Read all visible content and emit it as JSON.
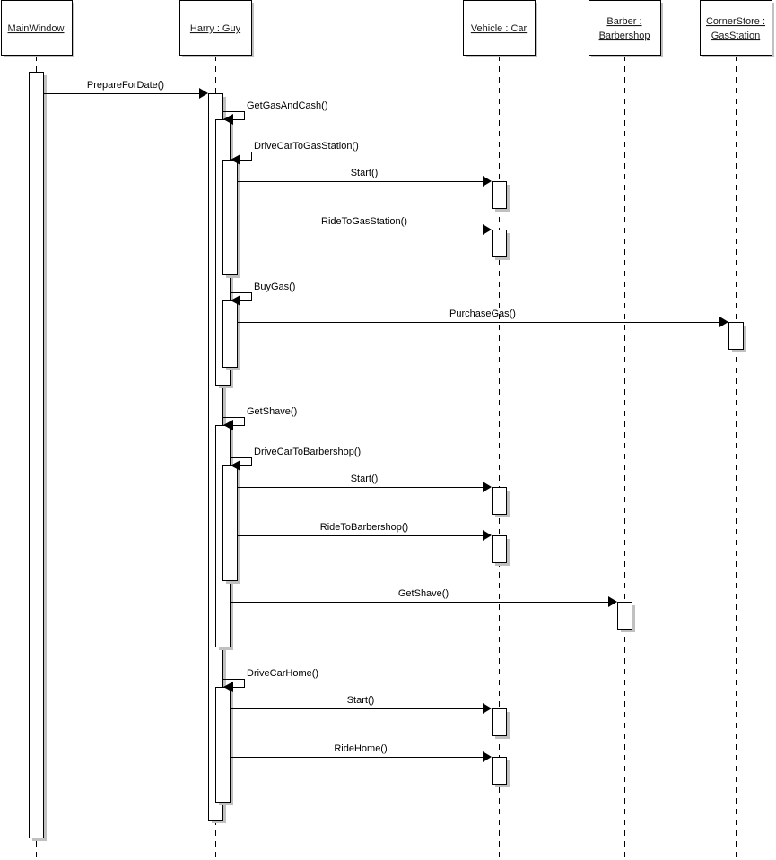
{
  "diagram": {
    "type": "UML sequence diagram",
    "lifelines": [
      {
        "id": "main",
        "label_lines": [
          "MainWindow"
        ]
      },
      {
        "id": "harry",
        "label_lines": [
          "Harry : Guy"
        ]
      },
      {
        "id": "vehicle",
        "label_lines": [
          "Vehicle : Car"
        ]
      },
      {
        "id": "barber",
        "label_lines": [
          "Barber :",
          "Barbershop"
        ]
      },
      {
        "id": "corner",
        "label_lines": [
          "CornerStore :",
          "GasStation"
        ]
      }
    ],
    "messages": [
      {
        "from": "main",
        "to": "harry",
        "label": "PrepareForDate()"
      },
      {
        "from": "harry",
        "to": "harry",
        "label": "GetGasAndCash()",
        "self": true
      },
      {
        "from": "harry",
        "to": "harry",
        "label": "DriveCarToGasStation()",
        "self": true
      },
      {
        "from": "harry",
        "to": "vehicle",
        "label": "Start()"
      },
      {
        "from": "harry",
        "to": "vehicle",
        "label": "RideToGasStation()"
      },
      {
        "from": "harry",
        "to": "harry",
        "label": "BuyGas()",
        "self": true
      },
      {
        "from": "harry",
        "to": "corner",
        "label": "PurchaseGas()"
      },
      {
        "from": "harry",
        "to": "harry",
        "label": "GetShave()",
        "self": true
      },
      {
        "from": "harry",
        "to": "harry",
        "label": "DriveCarToBarbershop()",
        "self": true
      },
      {
        "from": "harry",
        "to": "vehicle",
        "label": "Start()"
      },
      {
        "from": "harry",
        "to": "vehicle",
        "label": "RideToBarbershop()"
      },
      {
        "from": "harry",
        "to": "barber",
        "label": "GetShave()"
      },
      {
        "from": "harry",
        "to": "harry",
        "label": "DriveCarHome()",
        "self": true
      },
      {
        "from": "harry",
        "to": "vehicle",
        "label": "Start()"
      },
      {
        "from": "harry",
        "to": "vehicle",
        "label": "RideHome()"
      }
    ],
    "colors": {
      "line": "#000000",
      "shadow": "#c0c0c0",
      "fill": "#ffffff"
    }
  }
}
